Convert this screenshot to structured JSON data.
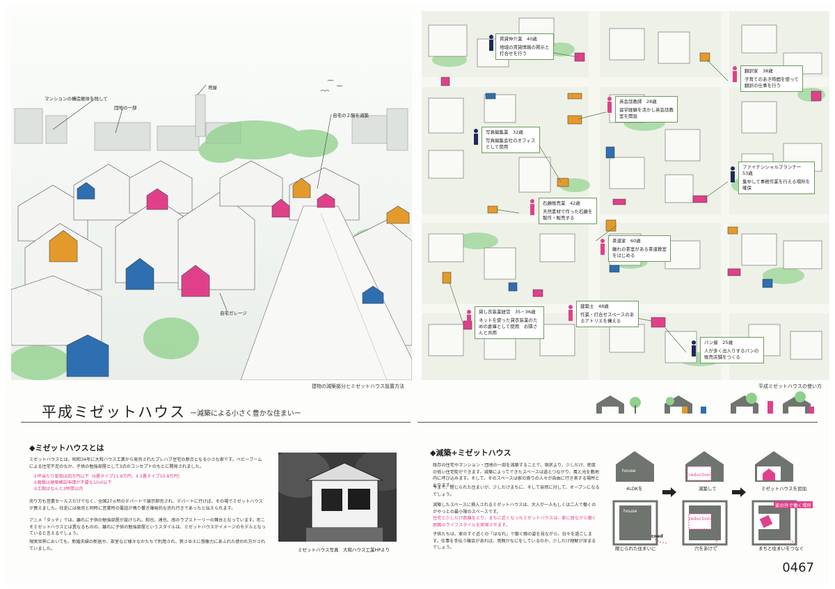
{
  "left_panel": {
    "illustration": {
      "annotations": {
        "mansion": "マンションの構造躯体を残して",
        "danchi": "団地の一部",
        "tower": "塔屋",
        "home_2f": "自宅の２階を減築",
        "garage": "自宅ガレージ"
      },
      "caption": "建物の減築部分とミゼットハウス設置方法"
    },
    "title": "平成ミゼットハウス",
    "subtitle": "ー減築による小さく豊かな住まいー",
    "section1": {
      "heading": "◆ミゼットハウスとは",
      "p1": "ミゼットハウスとは、昭和34年に大和ハウス工業から発売されたプレハブ住宅の原点となる小さな家です。ベビーブームによる住宅不足のなか、子供の勉強部屋として3点のコンセプトのもとに開発されました。",
      "concepts": [
        "①坪当たり単価は四万円以下（6畳タイプ11.8万円、4.5畳タイプ10.8万円）",
        "②面積は建築確認申請が不要な10㎡以下",
        "③工期はなんと3時間以内"
      ],
      "p2": "売り方も営業セールスだけでなく、全国27ヵ所のデパートで展示即売され、デパートに行けば、その場でミゼットハウスが買えました。社史には発売と同時に営業所の電話が鳴り響き爆発的な売れ行きであったと伝えられます。",
      "p3": "アニメ「タッチ」では、離れに子供の勉強部屋が設けられ、和也、達也、南のラブストーリーの舞台となっています。形こそミゼットハウスとは異なるものの、離れに子供の勉強部屋というスタイルは、ミゼットハウスがイメージのモデルとなっていると言えるでしょう。",
      "p4": "現実世界においても、新婚夫婦の新居や、茶室など様々なかたちで利用され、狭さゆえに想像力にあふれた使われ方がされていました。",
      "photo_caption": "ミゼットハウス写真　大和ハウス工業HPより"
    }
  },
  "right_panel": {
    "map": {
      "caption": "平成ミゼットハウスの使い方",
      "people": [
        {
          "job": "賃貸仲介業　40歳",
          "desc": "地域の賃貸情報の掲示と打合せを行う"
        },
        {
          "job": "翻訳家　38歳",
          "desc": "子育てのあき時間を使って翻訳の仕事を行う"
        },
        {
          "job": "英会話教師　28歳",
          "desc": "留学経験を活かし英会話教室を開設"
        },
        {
          "job": "写真編集業　32歳",
          "desc": "写真編集会社のオフィスとして使用"
        },
        {
          "job": "ファイナンシャルプランナー　53歳",
          "desc": "集中して事務作業を行える場所を確保"
        },
        {
          "job": "石鹸販売業　42歳",
          "desc": "天然素材で作った石鹸を製作・販売する"
        },
        {
          "job": "茶道家　60歳",
          "desc": "離れの茶室がある茶道教室をはじめる"
        },
        {
          "job": "貸し衣装業経営　35・36歳",
          "desc": "ネットを使った貸衣装業のための倉庫として使用　お隣さんと共用"
        },
        {
          "job": "建築士　48歳",
          "desc": "作業・打合せスペースのあるアトリエを構える"
        },
        {
          "job": "パン屋　25歳",
          "desc": "人が多く出入りするパンの販売店舗をつくる"
        }
      ]
    },
    "section2": {
      "heading": "◆減築+ミゼットハウス",
      "p1": "既存の住宅やマンション・団地の一部を減築することで、現状より、少しだけ、密度の低い住宅街ができます。減築によってできたスペースは道とつながり、風と光を敷地内に呼び込みます。そして、そのスペースは家の周りの人々が自由に行き来する場所となります。",
      "p2": "今まで、閉じられた住まいが、少しだけまちに、そして自然に対して、オープンになるでしょう。",
      "p3": "減築したスペースに挿入されるミゼットハウスは、大人が一人もしくは二人で働くのがやっとの最小限のスペースです。",
      "p4": "住宅と少しだけ距離をとり、まちに近くなったミゼットハウスは、家に居ながら働く居職のライフスタイルを実現させます。",
      "p5": "子供たちは、家のすぐ近くの「はなれ」で働く親の姿を見ながら、日々を過ごします。仕事を手伝う機会があれば、両親がなにをしているのか、少しだけ理解が深まるでしょう。"
    },
    "diagram": {
      "house_label": "house",
      "road_label": "road",
      "reduction_label": "reduction!",
      "miniature_label": "家の外で働く場所",
      "step1_top": "4LDKを",
      "step2_top": "減築して",
      "step3_top": "ミゼットハウスを追加",
      "step1_bottom": "閉じられた住まいに",
      "step2_bottom": "穴をあけて",
      "step3_bottom": "まちと住まいをつなぐ"
    },
    "page_number": "0467"
  },
  "colors": {
    "pink": "#e0408a",
    "blue": "#2d6fb0",
    "orange": "#e39a2b",
    "green": "#7cc27a",
    "navy": "#1e2a5a",
    "grey_house": "#6f746f"
  }
}
